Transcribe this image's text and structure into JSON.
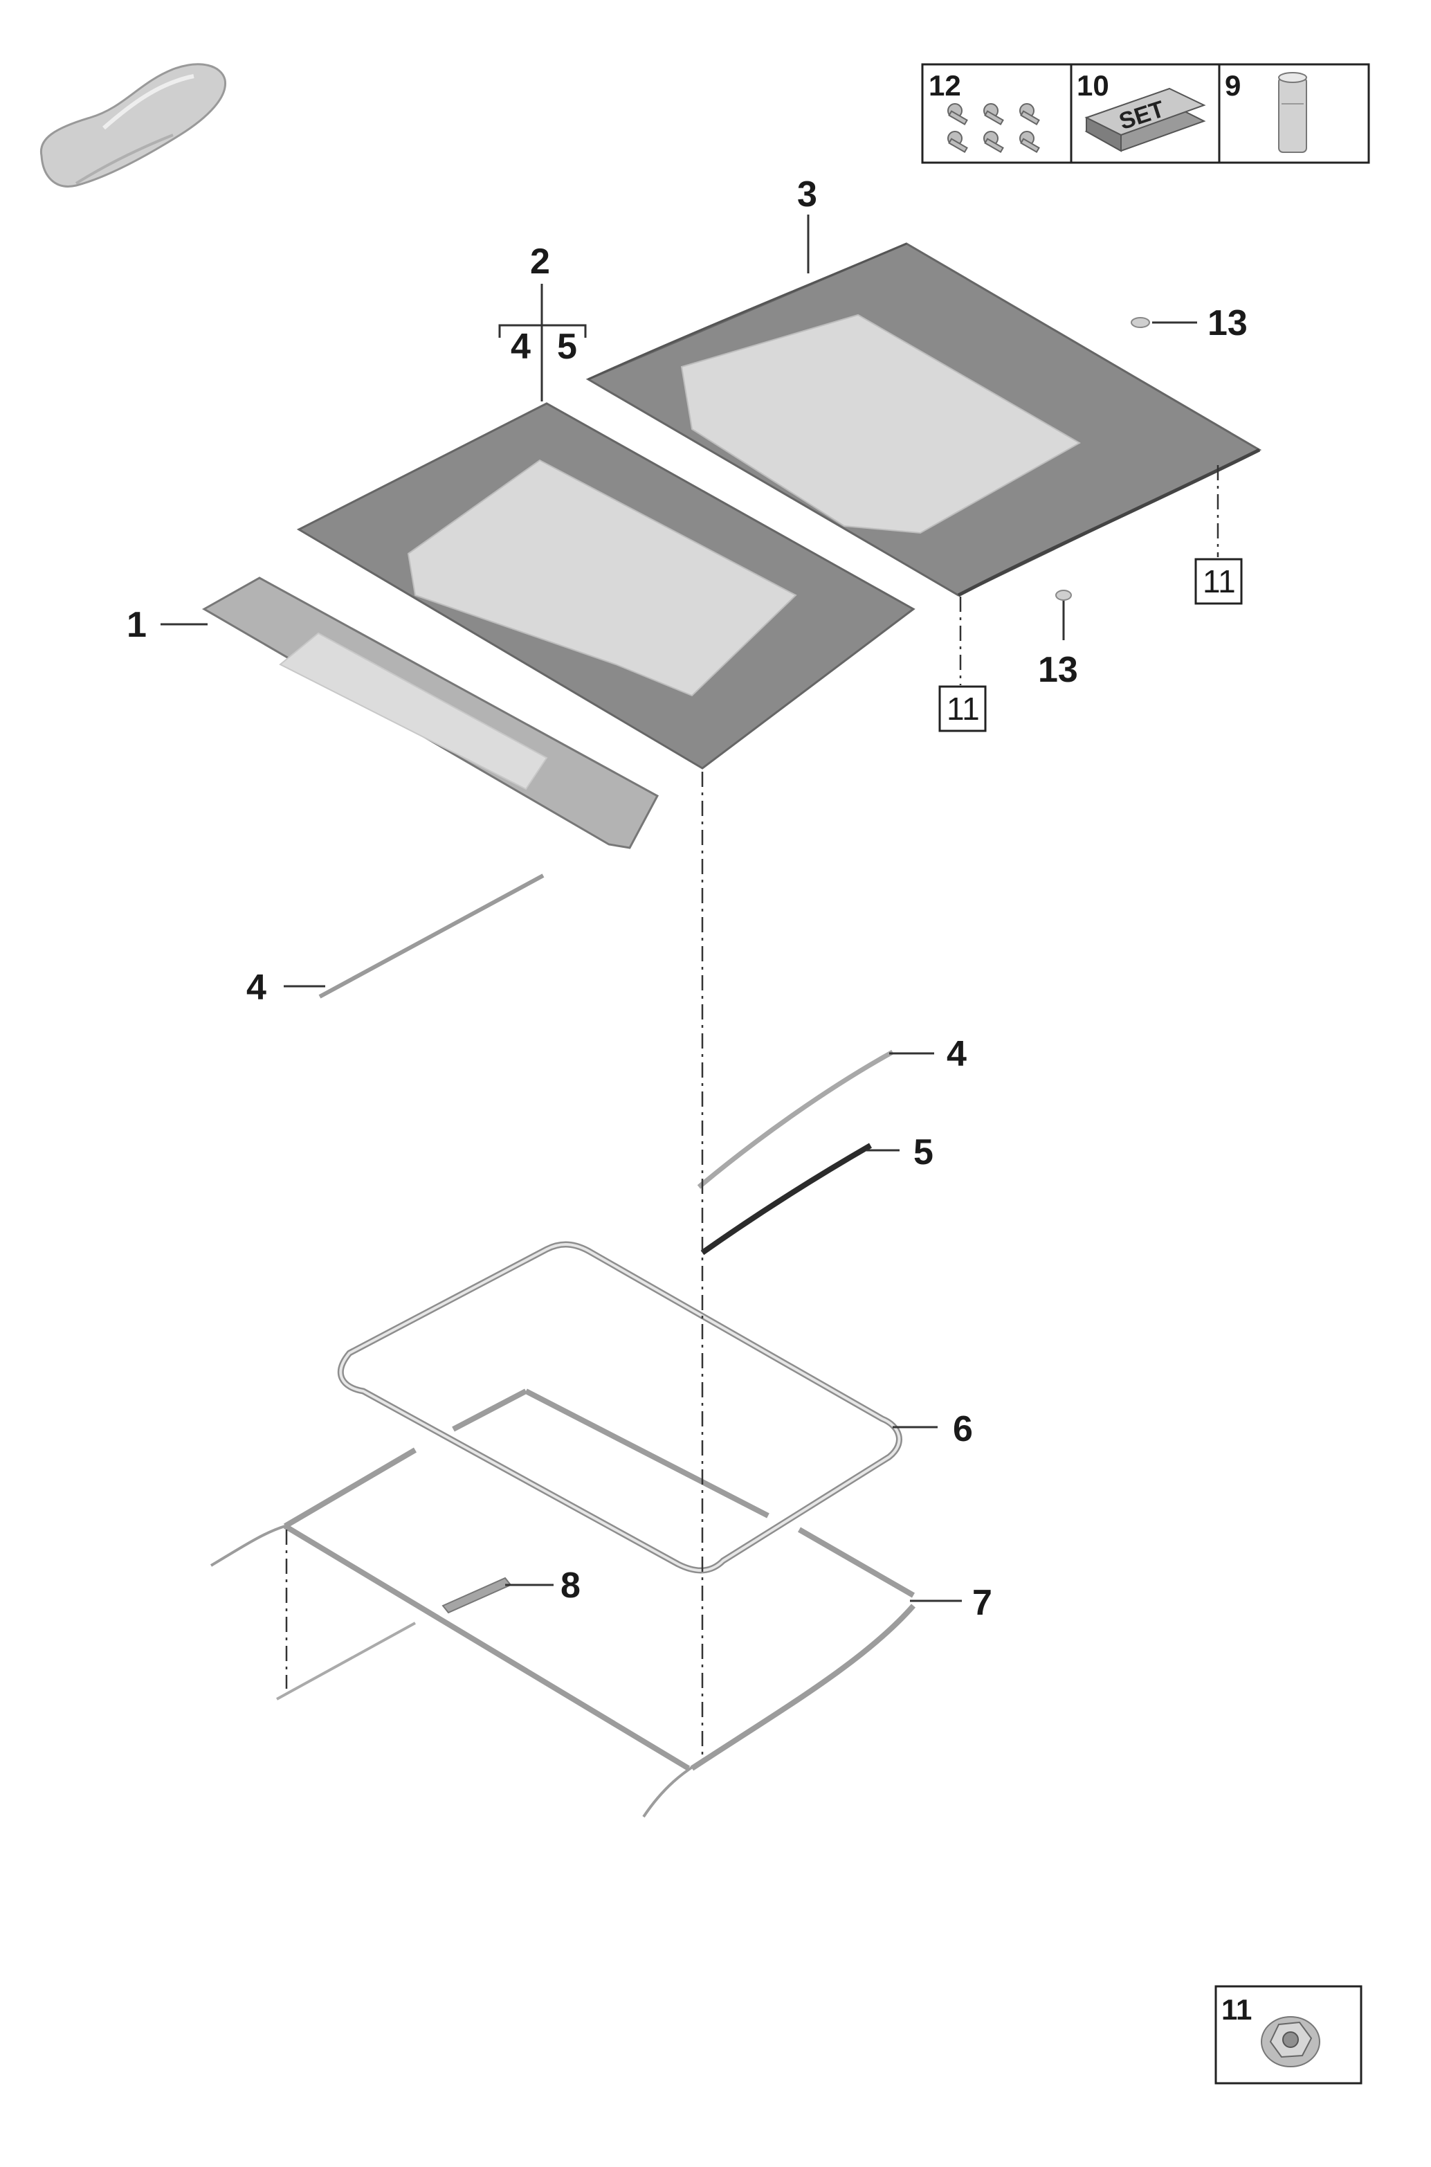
{
  "callouts": {
    "c1": "1",
    "c2": "2",
    "c2a": "4",
    "c2b": "5",
    "c3": "3",
    "c4a": "4",
    "c4b": "4",
    "c5": "5",
    "c6": "6",
    "c7": "7",
    "c8": "8",
    "c13a": "13",
    "c13b": "13",
    "ref11a": "11",
    "ref11b": "11"
  },
  "kit_box": {
    "cell_12": "12",
    "cell_10": "10",
    "cell_9": "9",
    "set_label": "SET"
  },
  "nut_box": {
    "label": "11"
  }
}
